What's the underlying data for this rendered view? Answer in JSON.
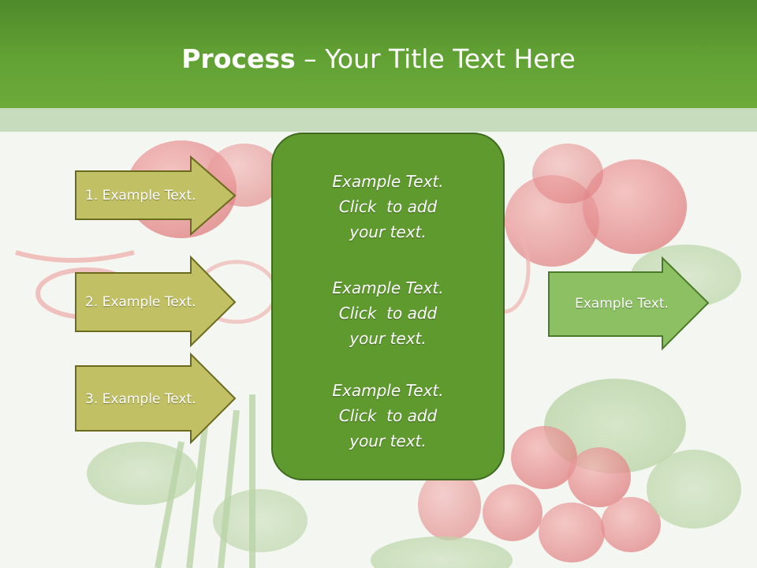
{
  "slide": {
    "title_bold": "Process",
    "title_rest": " – Your Title Text Here"
  },
  "colors": {
    "header": "#62a234",
    "band": "#c6dcbc",
    "arrow_olive": "#c1c064",
    "arrow_green": "#8cc063",
    "center_box": "#5f9a2f"
  },
  "steps": [
    {
      "label": "1. Example Text."
    },
    {
      "label": "2. Example Text."
    },
    {
      "label": "3. Example Text."
    }
  ],
  "center": {
    "blocks": [
      {
        "line1": "Example Text.",
        "line2": "Click  to add",
        "line3": "your text."
      },
      {
        "line1": "Example Text.",
        "line2": "Click  to add",
        "line3": "your text."
      },
      {
        "line1": "Example Text.",
        "line2": "Click  to add",
        "line3": "your text."
      }
    ]
  },
  "output": {
    "label": "Example Text."
  }
}
